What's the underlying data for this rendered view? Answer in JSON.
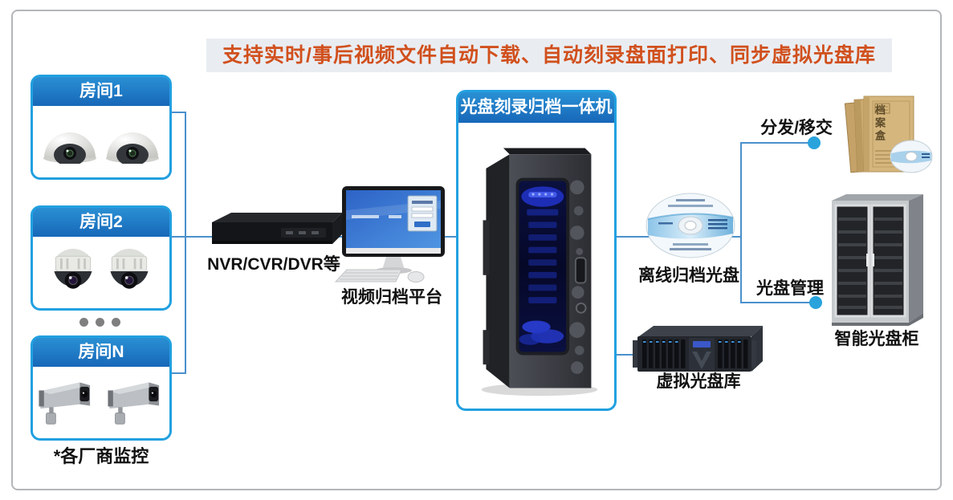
{
  "banner": {
    "text": "支持实时/事后视频文件自动下载、自动刻录盘面打印、同步虚拟光盘库"
  },
  "sources": {
    "rooms": [
      {
        "label": "房间1"
      },
      {
        "label": "房间2"
      },
      {
        "label": "房间N"
      }
    ],
    "vendor_note": "*各厂商监控"
  },
  "recorder": {
    "label": "NVR/CVR/DVR等"
  },
  "platform": {
    "label": "视频归档平台"
  },
  "burner": {
    "title": "光盘刻录归档一体机"
  },
  "outputs": {
    "offline_disc": {
      "label": "离线归档光盘"
    },
    "virtual_library": {
      "label": "虚拟光盘库"
    },
    "distribute": {
      "label": "分发/移交"
    },
    "disc_management": {
      "label": "光盘管理"
    },
    "smart_cabinet": {
      "label": "智能光盘柜"
    },
    "archive_box_spine": "档案盒"
  },
  "colors": {
    "line": "#4a90cc",
    "box_border": "#22a0e0",
    "header_blue": "#1b74c2",
    "banner_text": "#d1501d",
    "banner_bg": "#e9edf2",
    "node_dot": "#2aa3dc"
  }
}
